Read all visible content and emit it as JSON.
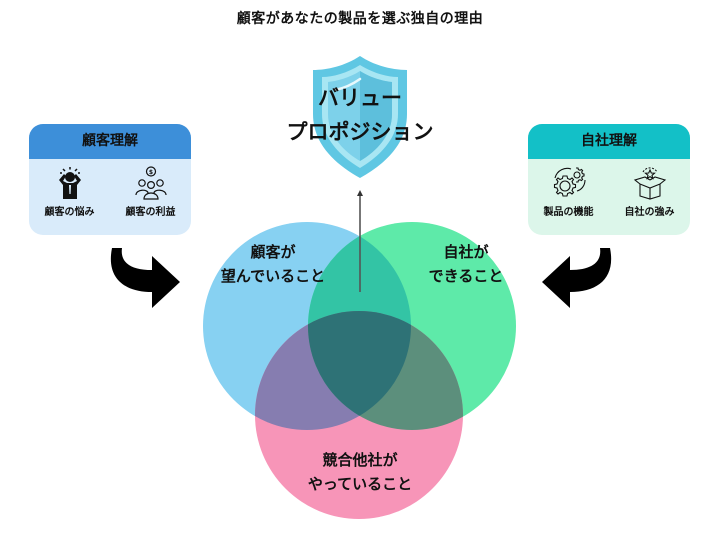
{
  "title": "顧客があなたの製品を選ぶ独自の理由",
  "center": {
    "line1": "バリュー",
    "line2": "プロポジション",
    "icon": "shield-icon"
  },
  "left_panel": {
    "header": "顧客理解",
    "header_color": "#3d8fd9",
    "items": [
      {
        "label": "顧客の悩み",
        "icon": "stressed-person-icon"
      },
      {
        "label": "顧客の利益",
        "icon": "customers-money-icon"
      }
    ]
  },
  "right_panel": {
    "header": "自社理解",
    "header_color": "#13c0c7",
    "items": [
      {
        "label": "製品の機能",
        "icon": "gears-icon"
      },
      {
        "label": "自社の強み",
        "icon": "box-star-icon"
      }
    ]
  },
  "venn": {
    "customer": {
      "line1": "顧客が",
      "line2": "望んでいること",
      "color": "#87d1f2"
    },
    "company": {
      "line1": "自社が",
      "line2": "できること",
      "color": "#5eeaa9"
    },
    "competitor": {
      "line1": "競合他社が",
      "line2": "やっていること",
      "color": "#f795b8"
    }
  }
}
